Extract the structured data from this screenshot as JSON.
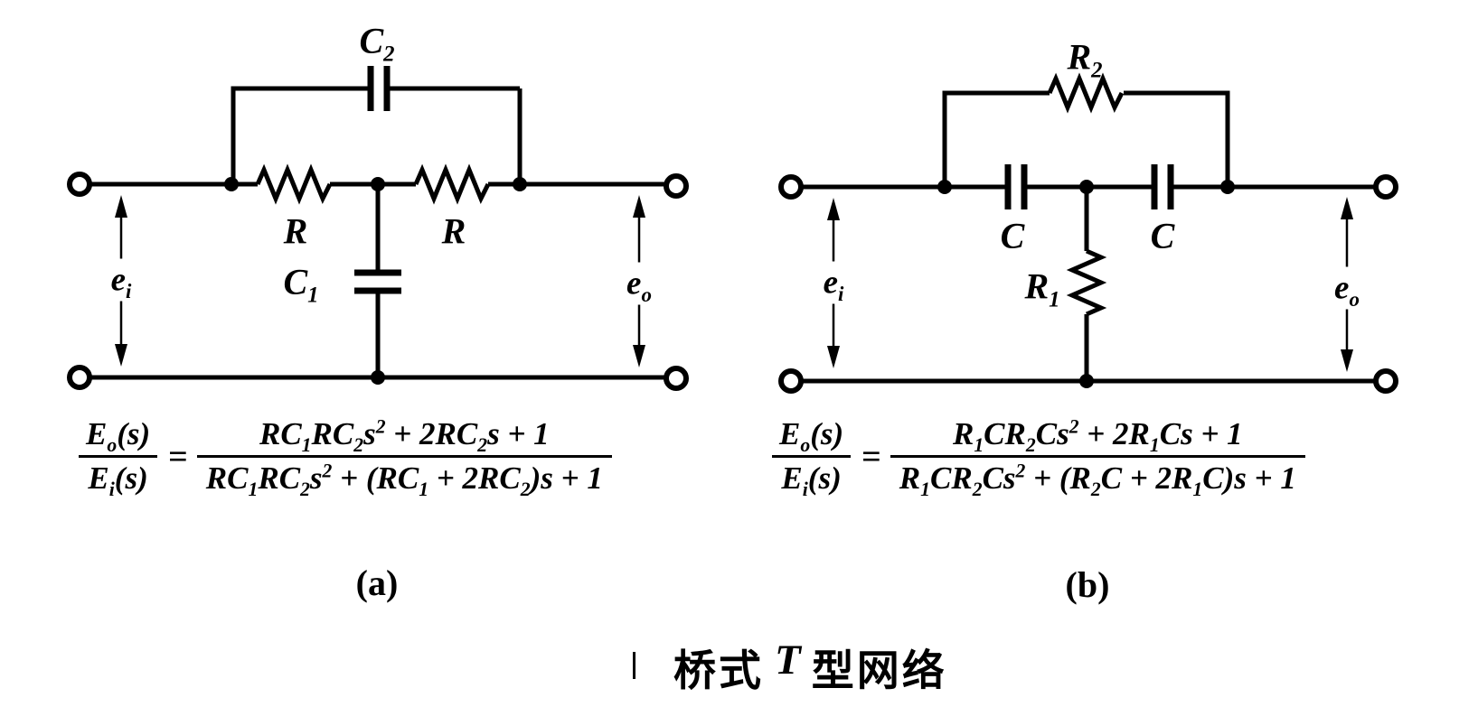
{
  "page": {
    "background": "#ffffff",
    "ink": "#000000"
  },
  "caption": {
    "pre": "桥式",
    "mid": "T",
    "post": "型网络"
  },
  "panel_labels": {
    "a": "(a)",
    "b": "(b)"
  },
  "circuit_a": {
    "components": {
      "bridge_capacitor": "C_2",
      "series_resistor_left": "R",
      "series_resistor_right": "R",
      "shunt_capacitor": "C_1",
      "input_voltage": "e_i",
      "output_voltage": "e_o"
    },
    "transfer_function": {
      "lhs_numerator": "E_o(s)",
      "lhs_denominator": "E_i(s)",
      "equals": "=",
      "rhs_numerator": "RC_1RC_2s^2 + 2RC_2s + 1",
      "rhs_denominator": "RC_1RC_2s^2 + (RC_1 + 2RC_2)s + 1"
    }
  },
  "circuit_b": {
    "components": {
      "bridge_resistor": "R_2",
      "series_capacitor_left": "C",
      "series_capacitor_right": "C",
      "shunt_resistor": "R_1",
      "input_voltage": "e_i",
      "output_voltage": "e_o"
    },
    "transfer_function": {
      "lhs_numerator": "E_o(s)",
      "lhs_denominator": "E_i(s)",
      "equals": "=",
      "rhs_numerator": "R_1CR_2Cs^2 + 2R_1Cs + 1",
      "rhs_denominator": "R_1CR_2Cs^2 + (R_2C + 2R_1C)s + 1"
    }
  }
}
